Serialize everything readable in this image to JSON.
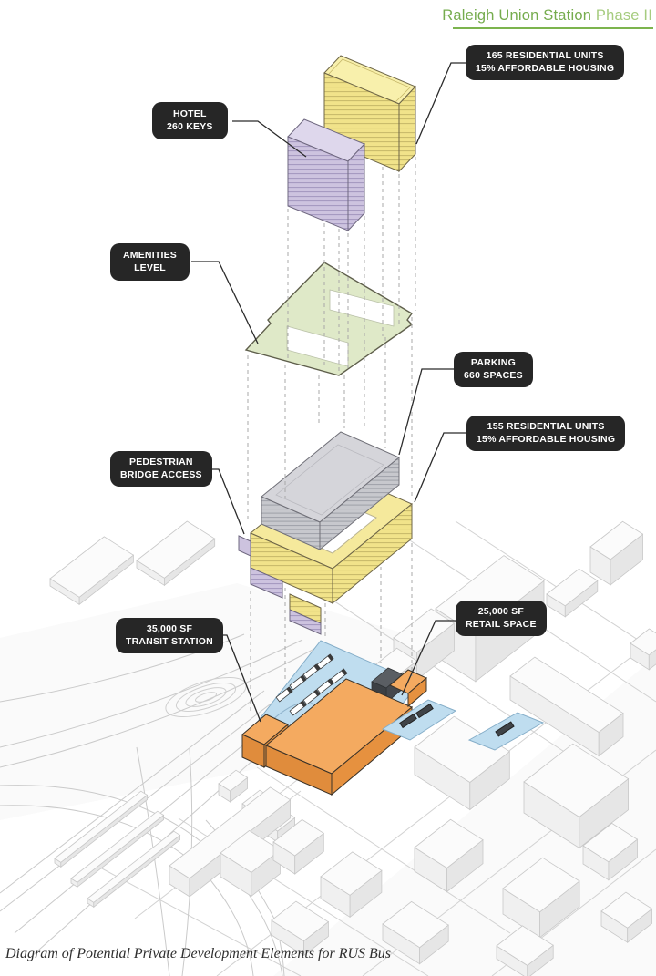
{
  "header": {
    "title_main": "Raleigh Union Station",
    "title_phase": " Phase II"
  },
  "callouts": [
    {
      "id": "residential-165",
      "line1": "165 RESIDENTIAL UNITS",
      "line2": "15% AFFORDABLE HOUSING"
    },
    {
      "id": "hotel",
      "line1": "HOTEL",
      "line2": "260 KEYS"
    },
    {
      "id": "amenities",
      "line1": "AMENITIES",
      "line2": "LEVEL"
    },
    {
      "id": "parking",
      "line1": "PARKING",
      "line2": "660 SPACES"
    },
    {
      "id": "residential-155",
      "line1": "155 RESIDENTIAL UNITS",
      "line2": "15% AFFORDABLE HOUSING"
    },
    {
      "id": "pedestrian-bridge",
      "line1": "PEDESTRIAN",
      "line2": "BRIDGE ACCESS"
    },
    {
      "id": "transit-station",
      "line1": "35,000 SF",
      "line2": "TRANSIT STATION"
    },
    {
      "id": "retail",
      "line1": "25,000 SF",
      "line2": "RETAIL SPACE"
    }
  ],
  "caption": "Diagram of Potential Private Development Elements for RUS Bus",
  "palette": {
    "residential_yellow": "#F1E38A",
    "residential_yellow_top": "#F8F0AC",
    "hotel_purple": "#CDC3DF",
    "hotel_purple_top": "#DED7EC",
    "amenities_green": "#DFE9C8",
    "parking_gray": "#C7C8CD",
    "parking_gray_top": "#D5D5DA",
    "station_orange": "#F4AA60",
    "station_orange_side": "#E6913F",
    "bus_blue": "#BFDDEF",
    "retail_dark": "#5A5E63",
    "callout_bg": "#262626",
    "callout_text": "#FFFFFF",
    "title_green": "#76AC4E",
    "title_green_light": "#A6CC7F"
  }
}
